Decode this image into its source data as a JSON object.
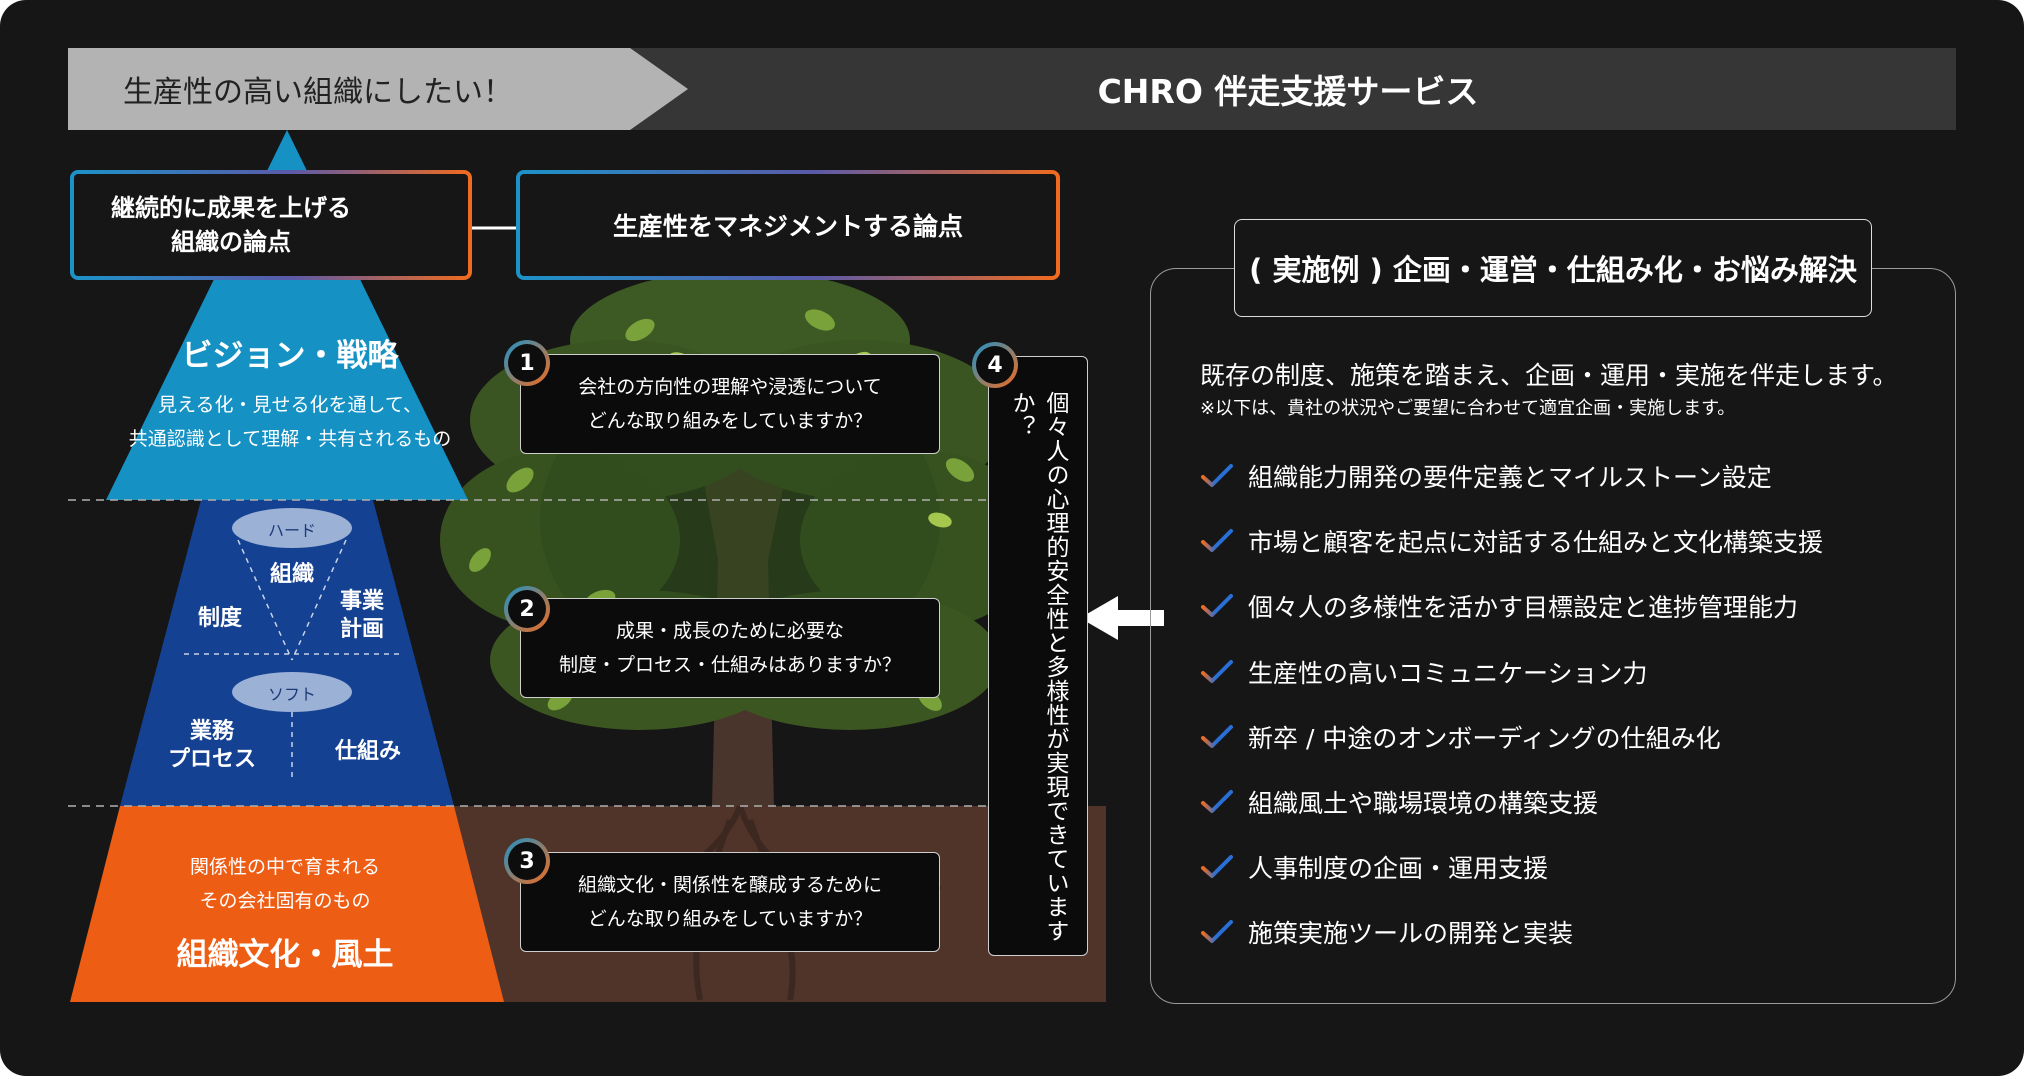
{
  "banner": {
    "left_text": "生産性の高い組織にしたい！",
    "right_text": "CHRO 伴走支援サービス"
  },
  "top_boxes": {
    "left_line1": "継続的に成果を上げる",
    "left_line2": "組織の論点",
    "right": "生産性をマネジメントする論点"
  },
  "pyramid": {
    "vision_title": "ビジョン・戦略",
    "vision_desc_line1": "見える化・見せる化を通して、",
    "vision_desc_line2": "共通認識として理解・共有されるもの",
    "hard_label": "ハード",
    "hard_center": "組織",
    "hard_left": "制度",
    "hard_right_line1": "事業",
    "hard_right_line2": "計画",
    "soft_label": "ソフト",
    "soft_left_line1": "業務",
    "soft_left_line2": "プロセス",
    "soft_right": "仕組み",
    "culture_desc_line1": "関係性の中で育まれる",
    "culture_desc_line2": "その会社固有のもの",
    "culture_title": "組織文化・風土"
  },
  "questions": [
    {
      "num": "1",
      "line1": "会社の方向性の理解や浸透について",
      "line2": "どんな取り組みをしていますか？"
    },
    {
      "num": "2",
      "line1": "成果・成長のために必要な",
      "line2": "制度・プロセス・仕組みはありますか？"
    },
    {
      "num": "3",
      "line1": "組織文化・関係性を醸成するために",
      "line2": "どんな取り組みをしていますか？"
    }
  ],
  "question4": {
    "num": "4",
    "text": "個々人の心理的安全性と多様性が実現できていますか？"
  },
  "examples": {
    "title": "( 実施例 ) 企画・運営・仕組み化・お悩み解決",
    "lead": "既存の制度、施策を踏まえ、企画・運用・実施を伴走します。",
    "note": "※以下は、貴社の状況やご要望に合わせて適宜企画・実施します。",
    "items": [
      "組織能力開発の要件定義とマイルストーン設定",
      "市場と顧客を起点に対話する仕組みと文化構築支援",
      "個々人の多様性を活かす目標設定と進捗管理能力",
      "生産性の高いコミュニケーション力",
      "新卒 / 中途のオンボーディングの仕組み化",
      "組織風土や職場環境の構築支援",
      "人事制度の企画・運用支援",
      "施策実施ツールの開発と実装"
    ]
  },
  "colors": {
    "background": "#161616",
    "pyramid_top": "#1591c4",
    "pyramid_middle": "#144192",
    "pyramid_bottom": "#ee5d14",
    "gradient_start": "#1c93c9",
    "gradient_end": "#f26b1d",
    "check_blue": "#2a6fd6",
    "check_orange": "#f26b1d"
  }
}
